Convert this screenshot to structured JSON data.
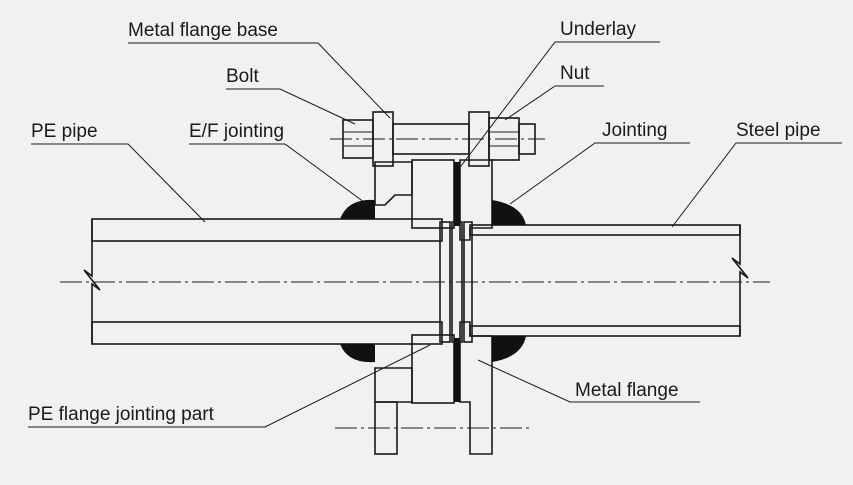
{
  "labels": {
    "metal_flange_base": "Metal flange base",
    "underlay": "Underlay",
    "bolt": "Bolt",
    "nut": "Nut",
    "pe_pipe": "PE pipe",
    "ef_jointing": "E/F jointing",
    "jointing": "Jointing",
    "steel_pipe": "Steel pipe",
    "metal_flange": "Metal flange",
    "pe_flange_jointing_part": "PE flange jointing part"
  },
  "colors": {
    "line": "#1a1a1a",
    "background": "#f1f1ef",
    "weld": "#111111"
  }
}
